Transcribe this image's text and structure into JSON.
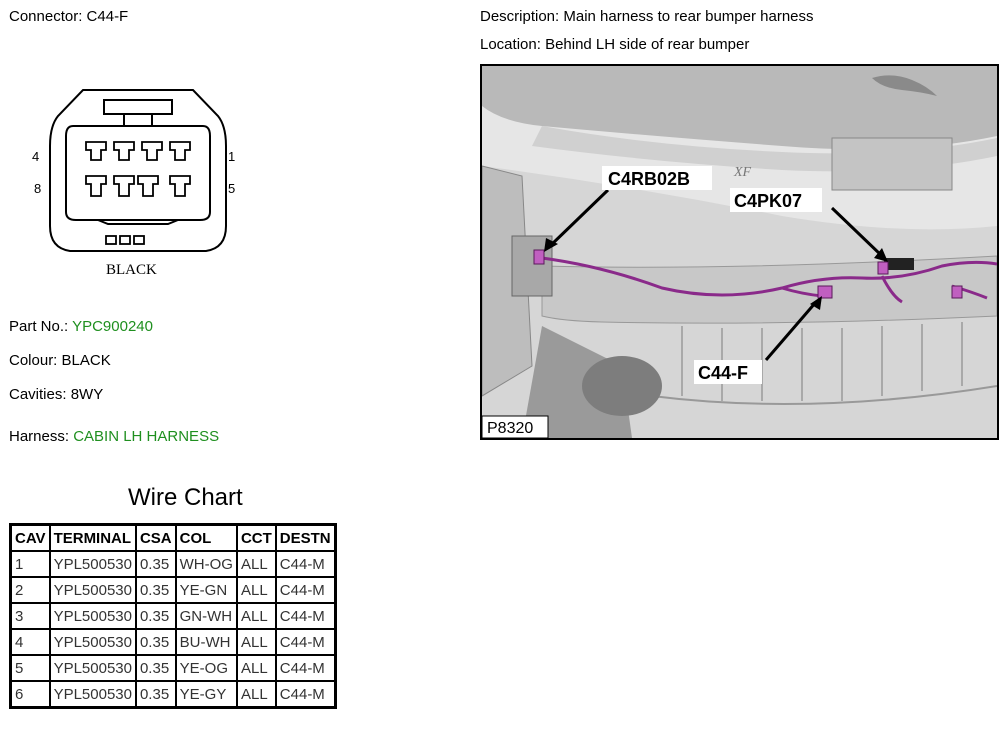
{
  "connector": {
    "label": "Connector:",
    "value": "C44-F"
  },
  "description": {
    "label": "Description:",
    "value": "Main harness to rear bumper harness"
  },
  "location": {
    "label": "Location:",
    "value": "Behind LH side of rear bumper"
  },
  "diagram": {
    "pin_labels": {
      "top_left": "4",
      "bottom_left": "8",
      "top_right": "1",
      "bottom_right": "5"
    },
    "color_caption": "BLACK"
  },
  "part_no": {
    "label": "Part No.:",
    "value": "YPC900240"
  },
  "colour": {
    "label": "Colour:",
    "value": "BLACK"
  },
  "cavities": {
    "label": "Cavities:",
    "value": "8WY"
  },
  "harness": {
    "label": "Harness:",
    "value": "CABIN LH HARNESS"
  },
  "photo": {
    "callouts": {
      "c4rb02b": "C4RB02B",
      "c4pk07": "C4PK07",
      "c44f": "C44-F"
    },
    "badge": "XF",
    "figure_id": "P8320",
    "colors": {
      "harness": "#8a2a8a",
      "connector": "#c05fc0",
      "panel": "#d6d6d6"
    }
  },
  "wire_chart": {
    "title": "Wire Chart",
    "headers": {
      "cav": "CAV",
      "terminal": "TERMINAL",
      "csa": "CSA",
      "col": "COL",
      "cct": "CCT",
      "destn": "DESTN"
    },
    "rows": [
      {
        "cav": "1",
        "terminal": "YPL500530",
        "csa": "0.35",
        "col": "WH-OG",
        "cct": "ALL",
        "destn": "C44-M"
      },
      {
        "cav": "2",
        "terminal": "YPL500530",
        "csa": "0.35",
        "col": "YE-GN",
        "cct": "ALL",
        "destn": "C44-M"
      },
      {
        "cav": "3",
        "terminal": "YPL500530",
        "csa": "0.35",
        "col": "GN-WH",
        "cct": "ALL",
        "destn": "C44-M"
      },
      {
        "cav": "4",
        "terminal": "YPL500530",
        "csa": "0.35",
        "col": "BU-WH",
        "cct": "ALL",
        "destn": "C44-M"
      },
      {
        "cav": "5",
        "terminal": "YPL500530",
        "csa": "0.35",
        "col": "YE-OG",
        "cct": "ALL",
        "destn": "C44-M"
      },
      {
        "cav": "6",
        "terminal": "YPL500530",
        "csa": "0.35",
        "col": "YE-GY",
        "cct": "ALL",
        "destn": "C44-M"
      }
    ]
  }
}
